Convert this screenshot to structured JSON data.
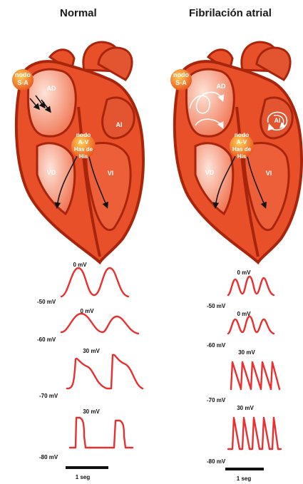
{
  "titles": {
    "normal": "Normal",
    "af": "Fibrilación atrial"
  },
  "heart_labels": {
    "sa_line1": "nodo",
    "sa_line2": "S-A",
    "av_line1": "nodo",
    "av_line2": "A-V",
    "his_line1": "Has de",
    "his_line2": "His",
    "ad": "AD",
    "ai": "AI",
    "vd": "VD",
    "vi": "VI"
  },
  "traces": {
    "normal": {
      "t1_top": "0 mV",
      "t1_bottom": "-50 mV",
      "t2_top": "0 mV",
      "t2_bottom": "-60 mV",
      "t3_top": "30 mV",
      "t3_bottom": "-70 mV",
      "t4_top": "30 mV",
      "t4_bottom": "-80 mV",
      "scale": "1 seg"
    },
    "af": {
      "t1_top": "0 mV",
      "t1_bottom": "-50 mV",
      "t2_top": "0 mV",
      "t2_bottom": "-60 mV",
      "t3_top": "30 mV",
      "t3_bottom": "-70 mV",
      "t4_top": "30 mV",
      "t4_bottom": "-80 mV",
      "scale": "1 seg"
    }
  },
  "colors": {
    "heart": "#e8502a",
    "heart_dark": "#a8250c",
    "trace": "#e83030",
    "node": "#f5a020"
  }
}
